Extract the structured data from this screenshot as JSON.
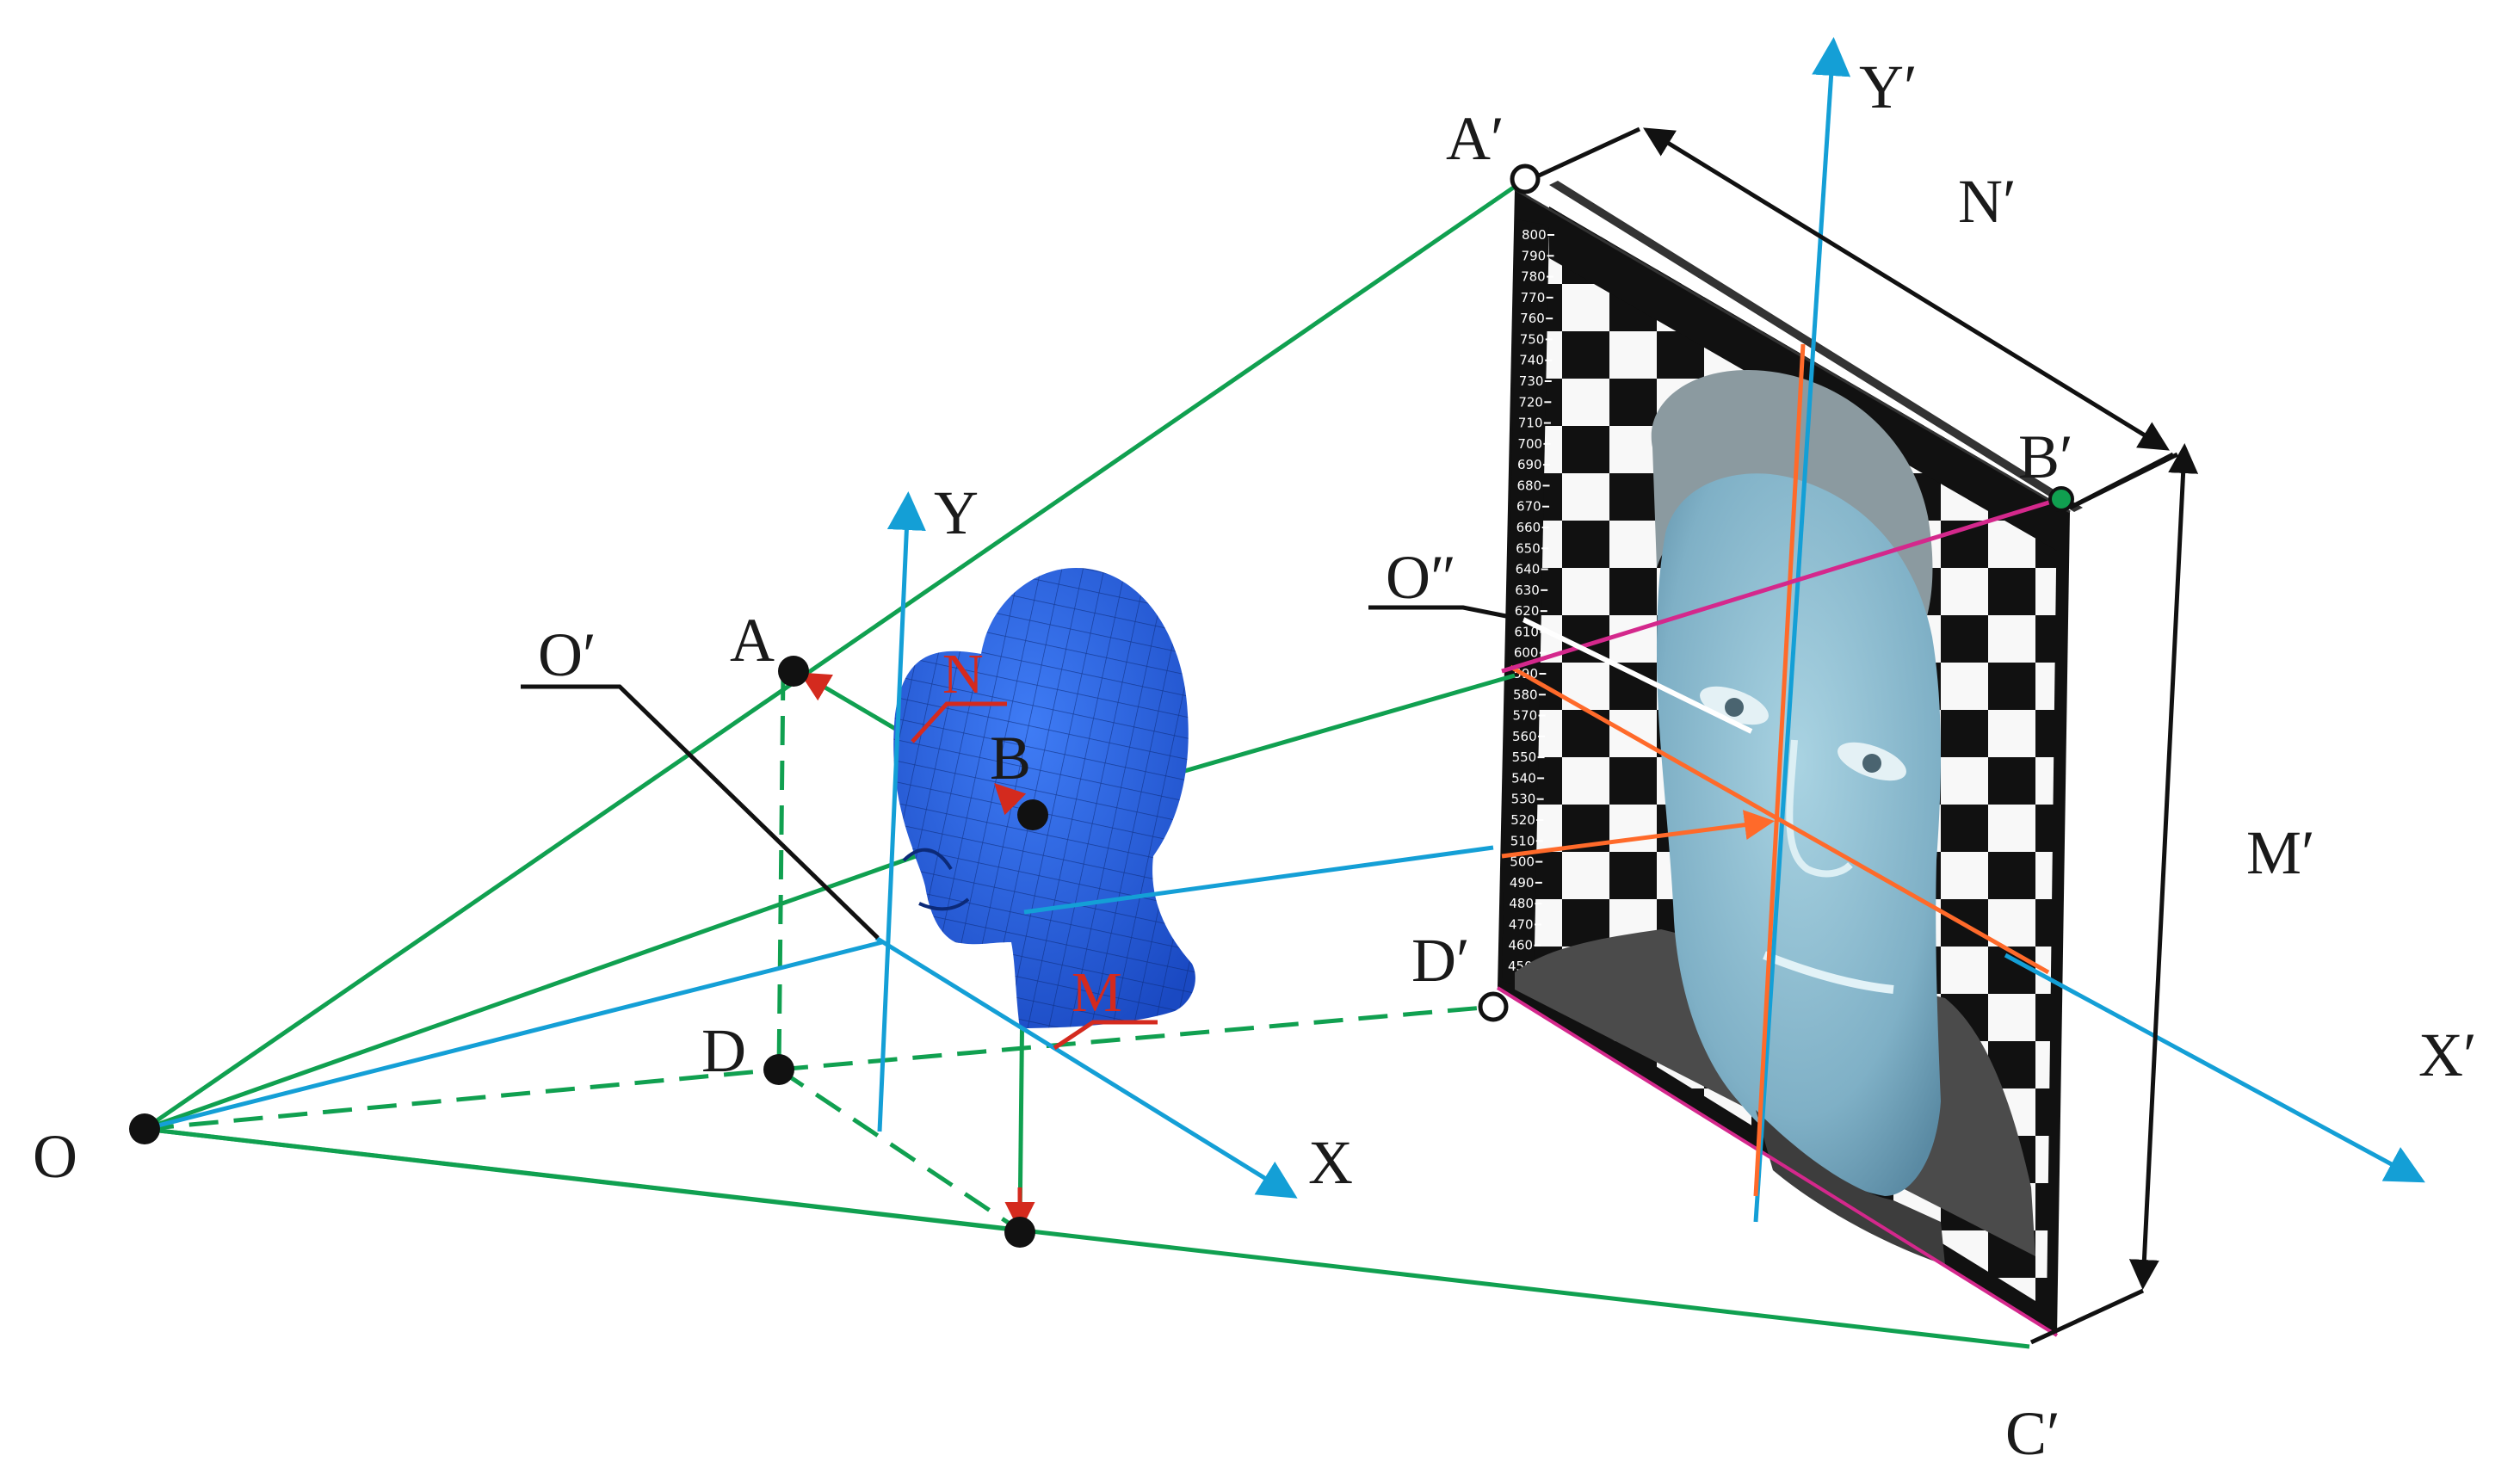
{
  "labels": {
    "O": "O",
    "O_prime": "O′",
    "O_dprime": "O″",
    "A": "A",
    "B": "B",
    "D": "D",
    "N": "N",
    "M": "M",
    "X": "X",
    "Y": "Y",
    "A_prime": "A′",
    "B_prime": "B′",
    "C_prime": "C′",
    "D_prime": "D′",
    "N_prime": "N′",
    "M_prime": "M′",
    "X_prime": "X′",
    "Y_prime": "Y′"
  },
  "scale_ticks": [
    "800",
    "790",
    "780",
    "770",
    "760",
    "750",
    "740",
    "730",
    "720",
    "710",
    "700",
    "690",
    "680",
    "670",
    "660",
    "650",
    "640",
    "630",
    "620",
    "610",
    "600",
    "590",
    "580",
    "570",
    "560",
    "550",
    "540",
    "530",
    "520",
    "510",
    "500",
    "490",
    "480",
    "470",
    "460",
    "450"
  ],
  "colors": {
    "projection_lines": "#10a050",
    "axis": "#149fd6",
    "guide_red": "#d42a1e",
    "photo_axis": "#ff6a2a",
    "diagonal": "#d4288c",
    "head_blue": "#2766e8",
    "dimension": "#111111"
  }
}
